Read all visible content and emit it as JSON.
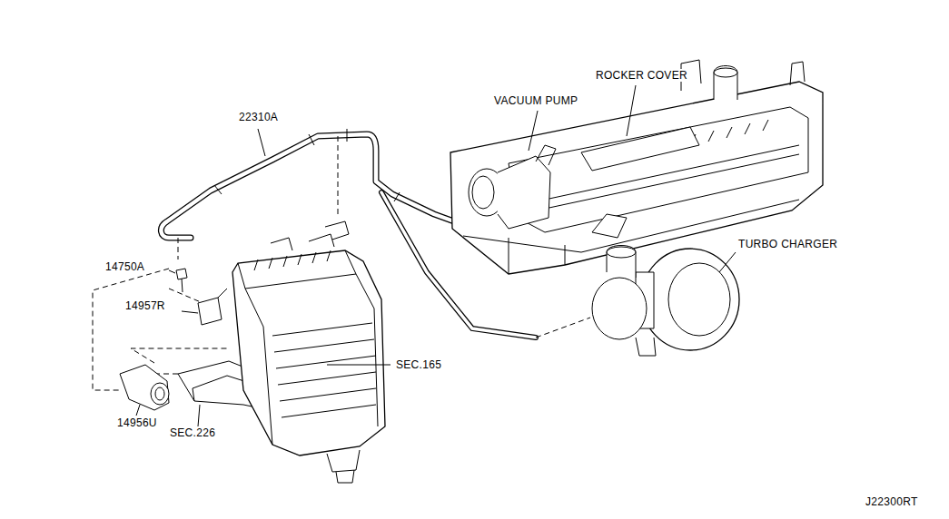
{
  "diagram": {
    "labels": [
      "22310A",
      "VACUUM PUMP",
      "ROCKER COVER",
      "TURBO CHARGER",
      "14750A",
      "14957R",
      "SEC.165",
      "14956U",
      "SEC.226",
      "J22300RT"
    ]
  }
}
